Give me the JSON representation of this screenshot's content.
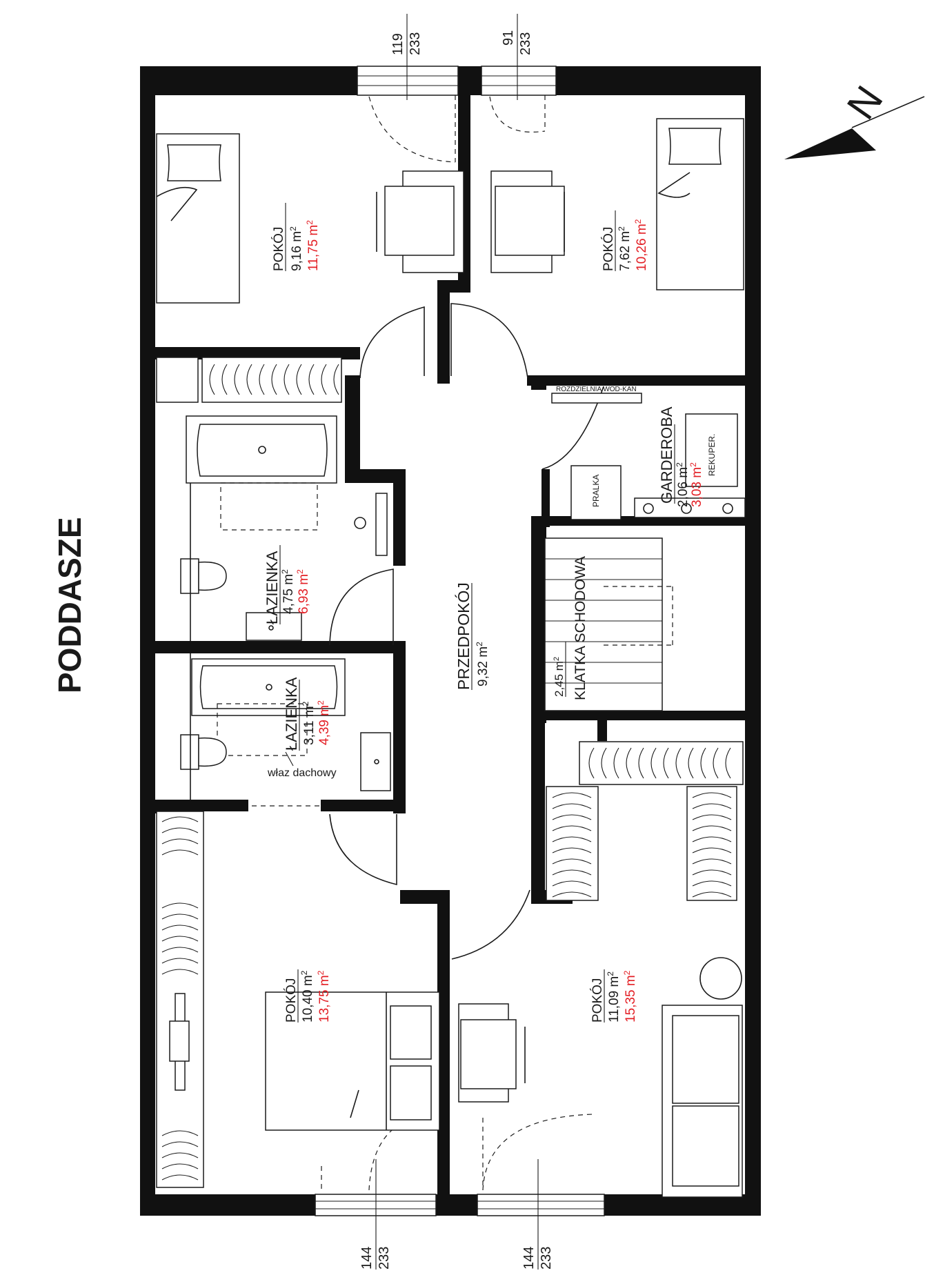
{
  "plan_title": "PODDASZE",
  "compass": {
    "label": "N"
  },
  "rooms": {
    "room_top_left": {
      "name": "POKÓJ",
      "net_area": "9,16 m",
      "gross_area": "11,75 m",
      "unit_exp": "2"
    },
    "room_top_right": {
      "name": "POKÓJ",
      "net_area": "7,62 m",
      "gross_area": "10,26 m",
      "unit_exp": "2"
    },
    "bathroom_1": {
      "name": "ŁAZIENKA",
      "net_area": "4,75 m",
      "gross_area": "6,93 m",
      "unit_exp": "2"
    },
    "bathroom_2": {
      "name": "ŁAZIENKA",
      "net_area": "3,11 m",
      "gross_area": "4,39 m",
      "unit_exp": "2"
    },
    "hall": {
      "name": "PRZEDPOKÓJ",
      "net_area": "9,32 m",
      "unit_exp": "2"
    },
    "wardrobe": {
      "name": "GARDEROBA",
      "net_area": "2,06 m",
      "gross_area": "3,03 m",
      "unit_exp": "2"
    },
    "stairwell": {
      "name": "KLATKA SCHODOWA",
      "net_area": "2,45 m",
      "unit_exp": "2"
    },
    "room_bottom_left": {
      "name": "POKÓJ",
      "net_area": "10,40 m",
      "gross_area": "13,75 m",
      "unit_exp": "2"
    },
    "room_bottom_right": {
      "name": "POKÓJ",
      "net_area": "11,09 m",
      "gross_area": "15,35 m",
      "unit_exp": "2"
    }
  },
  "labels": {
    "water_distribution": "ROZDZIELNIA WOD-KAN",
    "washer": "PRALKA",
    "recuperator": "REKUPER.",
    "roof_hatch": "właz dachowy"
  },
  "window_dims": {
    "top_left": {
      "width": "119",
      "height": "233"
    },
    "top_right": {
      "width": "91",
      "height": "233"
    },
    "bottom_left": {
      "width": "144",
      "height": "233"
    },
    "bottom_right": {
      "width": "144",
      "height": "233"
    }
  },
  "colors": {
    "wall": "#111111",
    "gross_area_text": "#e31e24",
    "text": "#1a1a1a"
  }
}
